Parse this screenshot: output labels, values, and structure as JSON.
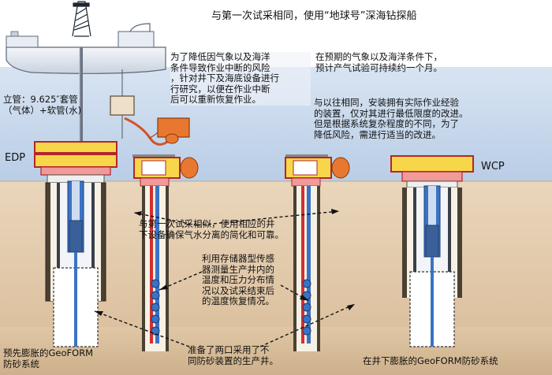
{
  "labels": {
    "vessel_title": "与第一次试采相同，使用“地球号”深海钻探船",
    "note_weather_left": "为了降低因气象以及海洋\n条件导致作业中断的风险\n，针对井下及海底设备进行\n行研究，以便在作业中断\n后可以重新恢复作业。",
    "note_weather_right": "在预期的气象以及海洋条件下，\n预计产气试验可持续约一个月。",
    "riser_label": "立管：9.625″套管\n（气体）+软管(水)",
    "note_equipment": "与以往相同，安装拥有实际作业经验\n的装置，仅对其进行最低限度的改进。\n但是根据系统复杂程度的不同，为了\n降低风险，需进行适当的改进。",
    "edp": "EDP",
    "wcp": "WCP",
    "note_separation": "与第一次试采相似，使用相应的井\n下设备确保气水分离的简化和可靠。",
    "note_sensor": "利用存储器型传感\n器测量生产井内的\n温度和压力分布情\n况以及试采结束后\n的温度恢复情况。",
    "note_two_wells": "准备了两口采用了不\n同防砂装置的生产井。",
    "geoform_left": "预先膨胀的GeoFORM\n防砂系统",
    "geoform_right": "在井下膨胀的GeoFORM防砂系统"
  },
  "colors": {
    "sky": "#ffffff",
    "sea_top": "#d8e4f2",
    "sea_bottom": "#bcd0e8",
    "seabed": "#e4cdb1",
    "deep": "#d8bc99",
    "platform_yellow": "#f7d64a",
    "platform_red": "#e8443a",
    "pipe_blue": "#3a73c4",
    "valve_orange": "#e87830"
  }
}
